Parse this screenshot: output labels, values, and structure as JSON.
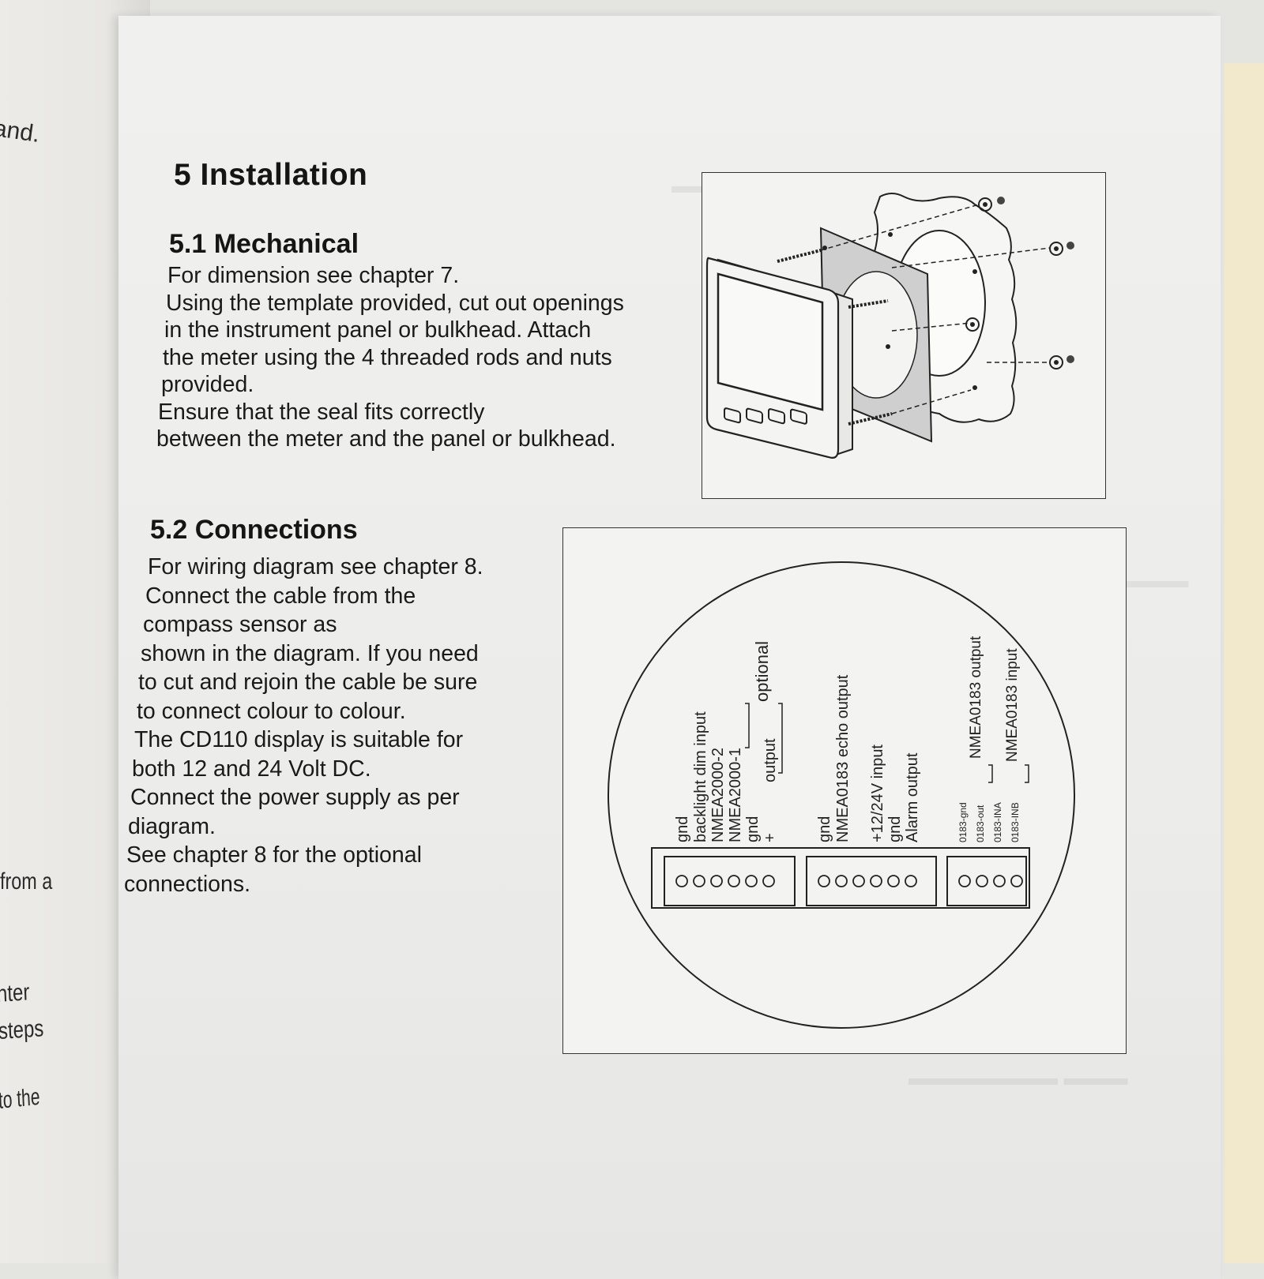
{
  "left_page": {
    "fragments": [
      "and.",
      "from a",
      "nter",
      "steps",
      "to the"
    ]
  },
  "section": {
    "title": "5 Installation"
  },
  "mechanical": {
    "heading": "5.1 Mechanical",
    "lines": [
      "For dimension see chapter 7.",
      "Using the template provided, cut out openings",
      "in the instrument panel or bulkhead. Attach",
      "the meter using the 4 threaded rods and nuts",
      "provided.",
      "Ensure that the seal fits correctly",
      "between the meter and the panel or bulkhead."
    ]
  },
  "connections": {
    "heading": "5.2 Connections",
    "lines": [
      "For wiring diagram see chapter 8.",
      "Connect the cable from the",
      "compass sensor as",
      "shown in the diagram. If you need",
      "to cut and rejoin the cable be sure",
      "to connect colour to colour.",
      "The CD110 display is suitable for",
      "both 12 and 24 Volt DC.",
      "Connect the power supply as per",
      "diagram.",
      "See chapter 8 for the optional",
      "connections."
    ]
  },
  "wiring": {
    "group1": [
      "gnd",
      "backlight dim input",
      "NMEA2000-2",
      "NMEA2000-1",
      "gnd",
      "+"
    ],
    "group1_optional": "optional",
    "group1_output": "output",
    "group2": [
      "gnd",
      "NMEA0183 echo output",
      "",
      "+12/24V input",
      "gnd",
      "Alarm output"
    ],
    "group3_small": [
      "0183-gnd",
      "0183-out",
      "0183-INA",
      "0183-INB"
    ],
    "group3_labels": [
      "NMEA0183 output",
      "NMEA0183 input"
    ]
  }
}
